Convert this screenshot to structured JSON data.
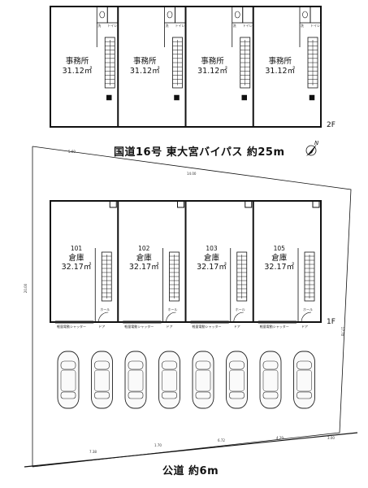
{
  "second_floor": {
    "floor_label": "2F",
    "units": [
      {
        "use": "事務所",
        "area": "31.12㎡",
        "toilet": "トイレ",
        "wc": "洗"
      },
      {
        "use": "事務所",
        "area": "31.12㎡",
        "toilet": "トイレ",
        "wc": "洗"
      },
      {
        "use": "事務所",
        "area": "31.12㎡",
        "toilet": "トイレ",
        "wc": "洗"
      },
      {
        "use": "事務所",
        "area": "31.12㎡",
        "toilet": "トイレ",
        "wc": "洗"
      }
    ]
  },
  "roads": {
    "north": "国道16号 東大宮バイパス 約25m",
    "south": "公道 約6m"
  },
  "first_floor": {
    "floor_label": "1F",
    "units": [
      {
        "number": "101",
        "use": "倉庫",
        "area": "32.17㎡",
        "hall": "ホール",
        "shutter": "軽量電動シャッター",
        "door": "ドア"
      },
      {
        "number": "102",
        "use": "倉庫",
        "area": "32.17㎡",
        "hall": "ホール",
        "shutter": "軽量電動シャッター",
        "door": "ドア"
      },
      {
        "number": "103",
        "use": "倉庫",
        "area": "32.17㎡",
        "hall": "ホール",
        "shutter": "軽量電動シャッター",
        "door": "ドア"
      },
      {
        "number": "105",
        "use": "倉庫",
        "area": "32.17㎡",
        "hall": "ホール",
        "shutter": "軽量電動シャッター",
        "door": "ドア"
      }
    ]
  },
  "compass": {
    "label": "N"
  },
  "dimensions": {
    "north_left": "5.60",
    "north_mid": "14.00",
    "west": "20.00",
    "east": "17.70",
    "south_1": "7.38",
    "south_2": "1.70",
    "south_3": "6.72",
    "south_4": "4.29",
    "south_5": "3.00"
  },
  "parking": {
    "car_count": 8
  }
}
